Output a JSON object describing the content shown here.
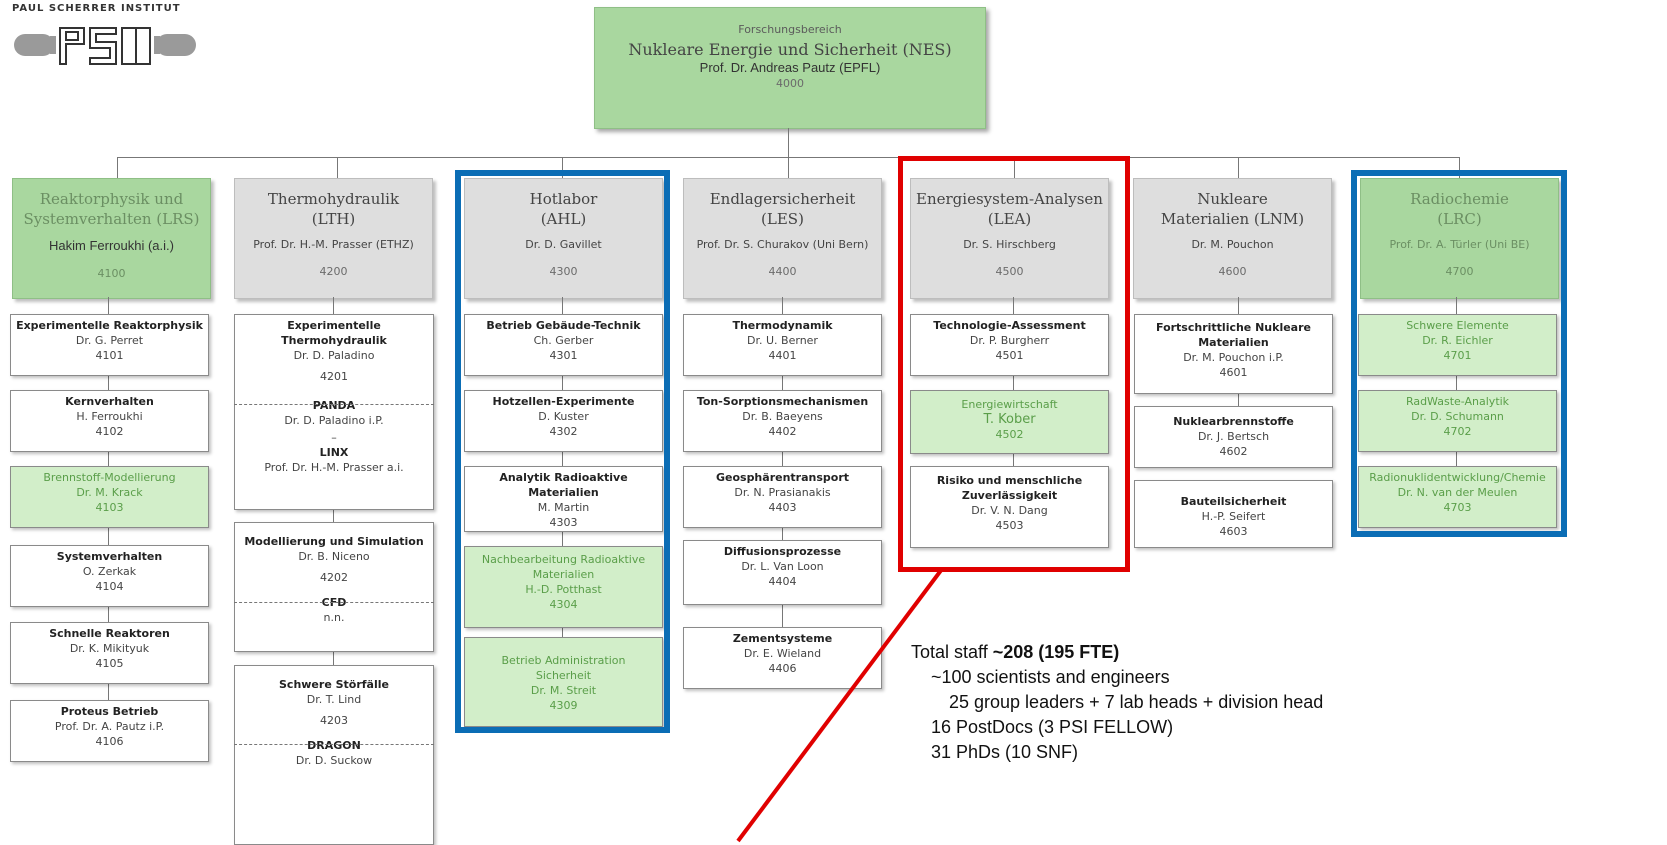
{
  "logo": {
    "institute": "PAUL SCHERRER INSTITUT",
    "mark": "PSI"
  },
  "top": {
    "label": "Forschungsbereich",
    "name": "Nukleare Energie und Sicherheit (NES)",
    "head": "Prof. Dr. Andreas Pautz (EPFL)",
    "number": "4000"
  },
  "depts": [
    {
      "l1": "Reaktorphysik und",
      "l2": "Systemverhalten (LRS)",
      "head": "Hakim Ferroukhi (a.i.)",
      "num": "4100",
      "green": true
    },
    {
      "l1": "Thermohydraulik",
      "l2": "(LTH)",
      "head": "Prof. Dr. H.-M. Prasser (ETHZ)",
      "num": "4200",
      "green": false
    },
    {
      "l1": "Hotlabor",
      "l2": "(AHL)",
      "head": "Dr. D. Gavillet",
      "num": "4300",
      "green": false
    },
    {
      "l1": "Endlagersicherheit",
      "l2": "(LES)",
      "head": "Prof. Dr. S. Churakov (Uni Bern)",
      "num": "4400",
      "green": false
    },
    {
      "l1": "Energiesystem-Analysen",
      "l2": "(LEA)",
      "head": "Dr. S. Hirschberg",
      "num": "4500",
      "green": false
    },
    {
      "l1": "Nukleare",
      "l2": "Materialien (LNM)",
      "head": "Dr. M. Pouchon",
      "num": "4600",
      "green": false
    },
    {
      "l1": "Radiochemie",
      "l2": "(LRC)",
      "head": "Prof. Dr. A. Türler (Uni BE)",
      "num": "4700",
      "green": true
    }
  ],
  "units": {
    "lrs": [
      {
        "t": "Experimentelle Reaktorphysik",
        "h": "Dr. G. Perret",
        "c": "4101"
      },
      {
        "t": "Kernverhalten",
        "h": "H. Ferroukhi",
        "c": "4102"
      },
      {
        "t": "Brennstoff-Modellierung",
        "h": "Dr. M. Krack",
        "c": "4103"
      },
      {
        "t": "Systemverhalten",
        "h": "O. Zerkak",
        "c": "4104"
      },
      {
        "t": "Schnelle Reaktoren",
        "h": "Dr. K. Mikityuk",
        "c": "4105"
      },
      {
        "t": "Proteus Betrieb",
        "h": "Prof. Dr. A. Pautz i.P.",
        "c": "4106"
      }
    ],
    "lth": {
      "b1_t1": "Experimentelle",
      "b1_t2": "Thermohydraulik",
      "b1_h": "Dr. D. Paladino",
      "b1_c": "4201",
      "b1_t3": "PANDA",
      "b1_h3": "Dr. D. Paladino i.P.",
      "b1_dash": "–",
      "b1_t4": "LINX",
      "b1_h4": "Prof. Dr. H.-M. Prasser a.i.",
      "b2_t1": "Modellierung und Simulation",
      "b2_h": "Dr. B. Niceno",
      "b2_c": "4202",
      "b2_t2": "CFD",
      "b2_h2": "n.n.",
      "b3_t1": "Schwere Störfälle",
      "b3_h": "Dr. T. Lind",
      "b3_c": "4203",
      "b3_t2": "DRAGON",
      "b3_h2": "Dr. D. Suckow"
    },
    "ahl": [
      {
        "t": "Betrieb Gebäude-Technik",
        "h": "Ch. Gerber",
        "c": "4301"
      },
      {
        "t": "Hotzellen-Experimente",
        "h": "D. Kuster",
        "c": "4302"
      },
      {
        "t": "Analytik Radioaktive Materialien",
        "h": "M. Martin",
        "c": "4303"
      },
      {
        "t": "Nachbearbeitung Radioaktive",
        "t2": "Materialien",
        "h": "H.-D. Potthast",
        "c": "4304"
      },
      {
        "t": "Betrieb Administration",
        "t2": "Sicherheit",
        "h": "Dr. M. Streit",
        "c": "4309"
      }
    ],
    "les": [
      {
        "t": "Thermodynamik",
        "h": "Dr. U. Berner",
        "c": "4401"
      },
      {
        "t": "Ton-Sorptionsmechanismen",
        "h": "Dr. B. Baeyens",
        "c": "4402"
      },
      {
        "t": "Geosphärentransport",
        "h": "Dr. N. Prasianakis",
        "c": "4403"
      },
      {
        "t": "Diffusionsprozesse",
        "h": "Dr. L. Van Loon",
        "c": "4404"
      },
      {
        "t": "Zementsysteme",
        "h": "Dr. E. Wieland",
        "c": "4406"
      }
    ],
    "lea": [
      {
        "t": "Technologie-Assessment",
        "h": "Dr. P. Burgherr",
        "c": "4501"
      },
      {
        "t": "Energiewirtschaft",
        "h": "T. Kober",
        "c": "4502"
      },
      {
        "t": "Risiko und menschliche",
        "t2": "Zuverlässigkeit",
        "h": "Dr. V. N. Dang",
        "c": "4503"
      }
    ],
    "lnm": [
      {
        "t": "Fortschrittliche Nukleare",
        "t2": "Materialien",
        "h": "Dr. M. Pouchon i.P.",
        "c": "4601"
      },
      {
        "t": "Nuklearbrennstoffe",
        "h": "Dr. J. Bertsch",
        "c": "4602"
      },
      {
        "t": "Bauteilsicherheit",
        "h": "H.-P. Seifert",
        "c": "4603"
      }
    ],
    "lrc": [
      {
        "t": "Schwere Elemente",
        "h": "Dr. R. Eichler",
        "c": "4701"
      },
      {
        "t": "RadWaste-Analytik",
        "h": "Dr. D. Schumann",
        "c": "4702"
      },
      {
        "t": "Radionuklidentwicklung/Chemie",
        "h": "Dr. N. van der Meulen",
        "c": "4703"
      }
    ]
  },
  "stats": {
    "total_label": "Total staff ",
    "total_value": "~208 (195 FTE)",
    "l1": "~100  scientists and engineers",
    "l2": "25 group leaders + 7 lab heads + division head",
    "l3": "16 PostDocs (3 PSI FELLOW)",
    "l4": "31 PhDs (10 SNF)"
  },
  "colors": {
    "highlight_blue": "#0b6db5",
    "highlight_red": "#e00000",
    "green_fill": "#a9d79f",
    "light_green_fill": "#d2eec9",
    "grey_fill": "#dedede"
  }
}
